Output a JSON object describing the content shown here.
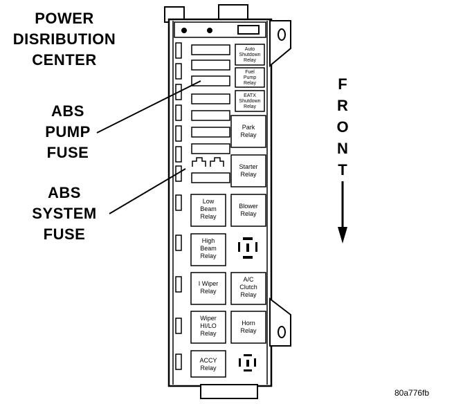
{
  "callouts": {
    "pdc": [
      "POWER",
      "DISRIBUTION",
      "CENTER"
    ],
    "abs_pump": [
      "ABS",
      "PUMP",
      "FUSE"
    ],
    "abs_system": [
      "ABS",
      "SYSTEM",
      "FUSE"
    ]
  },
  "front": [
    "F",
    "R",
    "O",
    "N",
    "T"
  ],
  "figure_id": "80a776fb",
  "relays": {
    "auto_shutdown": [
      "Auto",
      "Shutdown",
      "Relay"
    ],
    "fuel_pump": [
      "Fuel",
      "Pump",
      "Relay"
    ],
    "eatx_shutdown": [
      "EATX",
      "Shutdown",
      "Relay"
    ],
    "park": [
      "Park",
      "Relay"
    ],
    "starter": [
      "Starter",
      "Relay"
    ],
    "low_beam": [
      "Low",
      "Beam",
      "Relay"
    ],
    "blower": [
      "Blower",
      "Relay"
    ],
    "high_beam": [
      "High",
      "Beam",
      "Relay"
    ],
    "wiper": [
      "I Wiper",
      "Relay"
    ],
    "ac_clutch": [
      "A/C",
      "Clutch",
      "Relay"
    ],
    "wiper_hilo": [
      "Wiper",
      "HI/LO",
      "Relay"
    ],
    "horn": [
      "Horn",
      "Relay"
    ],
    "accy": [
      "ACCY",
      "Relay"
    ]
  }
}
